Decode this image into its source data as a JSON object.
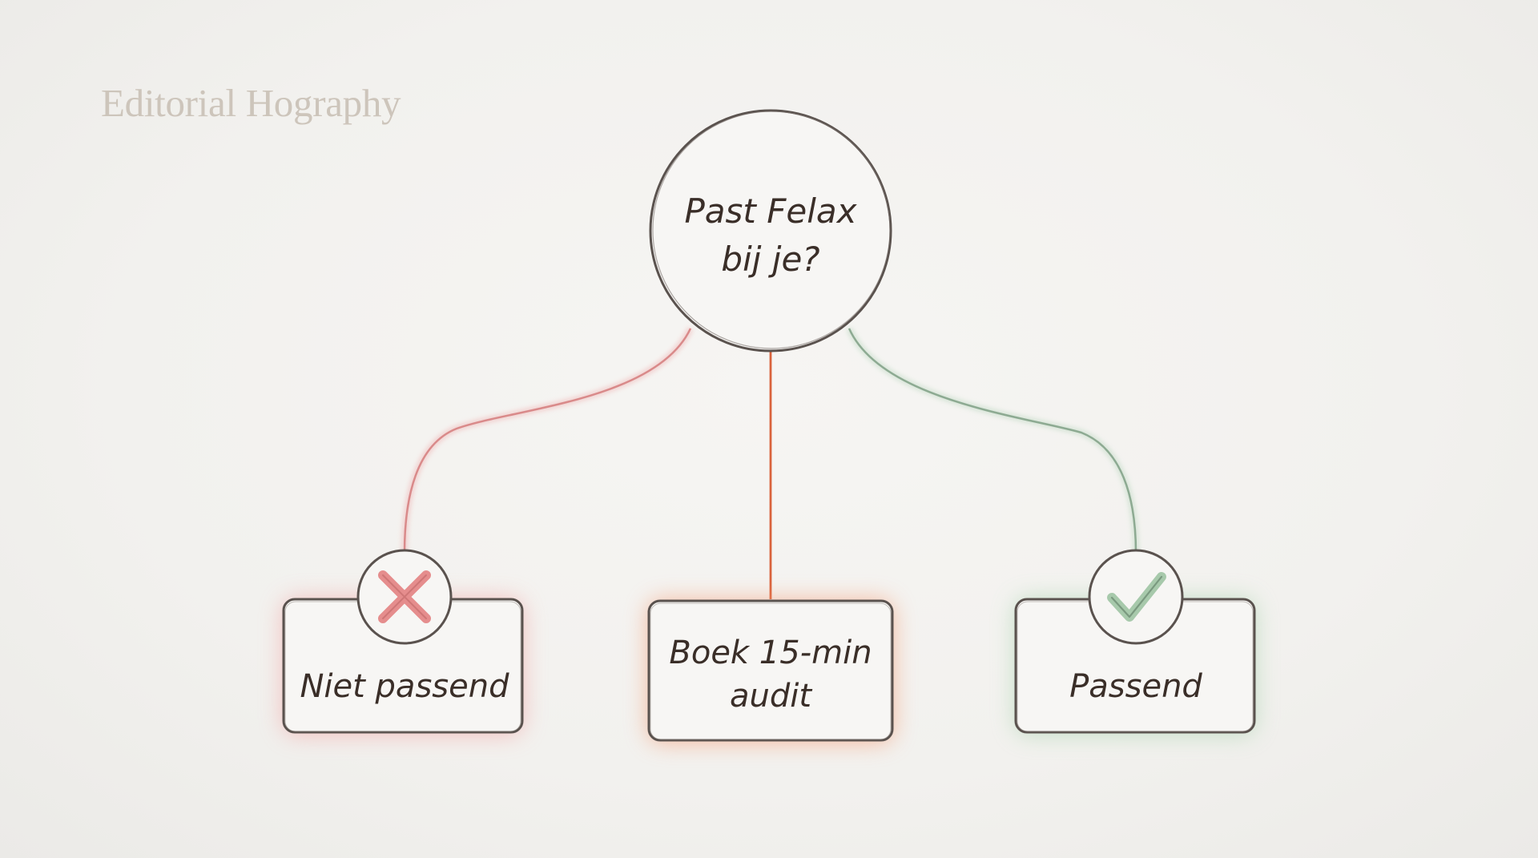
{
  "brand": {
    "label": "Editorial Hography"
  },
  "question": {
    "line1": "Past Felax",
    "line2": "bij je?"
  },
  "options": [
    {
      "label_lines": [
        "Niet passend"
      ],
      "icon": "cross-icon",
      "color": "#e58d8d"
    },
    {
      "label_lines": [
        "Boek 15-min",
        "audit"
      ],
      "icon": "",
      "color": "#e8683f"
    },
    {
      "label_lines": [
        "Passend"
      ],
      "icon": "check-icon",
      "color": "#8fba96"
    }
  ],
  "colors": {
    "ink": "#3a2e28",
    "outline": "#5a524e",
    "background": "#f3f2ef",
    "brand": "#cdc5bb"
  }
}
